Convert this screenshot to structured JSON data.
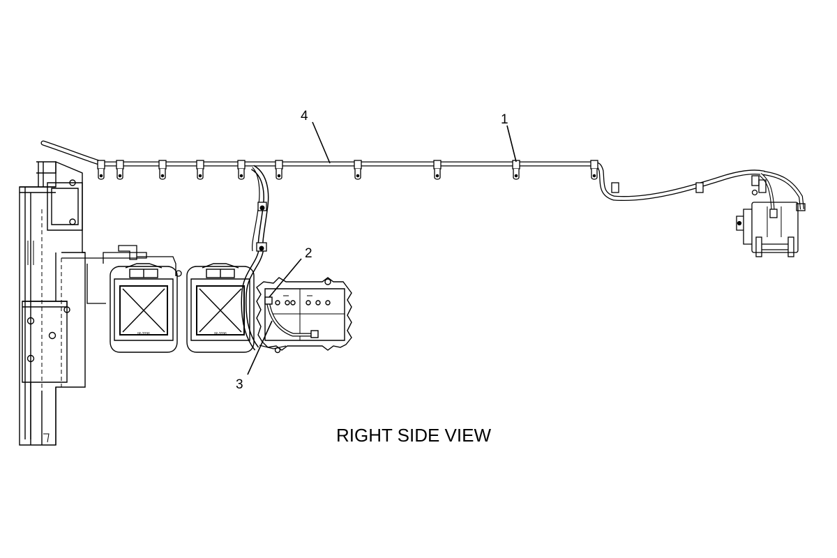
{
  "callouts": {
    "c1": "1",
    "c2": "2",
    "c3": "3",
    "c4": "4"
  },
  "view_title": "RIGHT SIDE VIEW",
  "stencil_text": "IR-2096",
  "line_color": "#000000",
  "background": "#ffffff"
}
